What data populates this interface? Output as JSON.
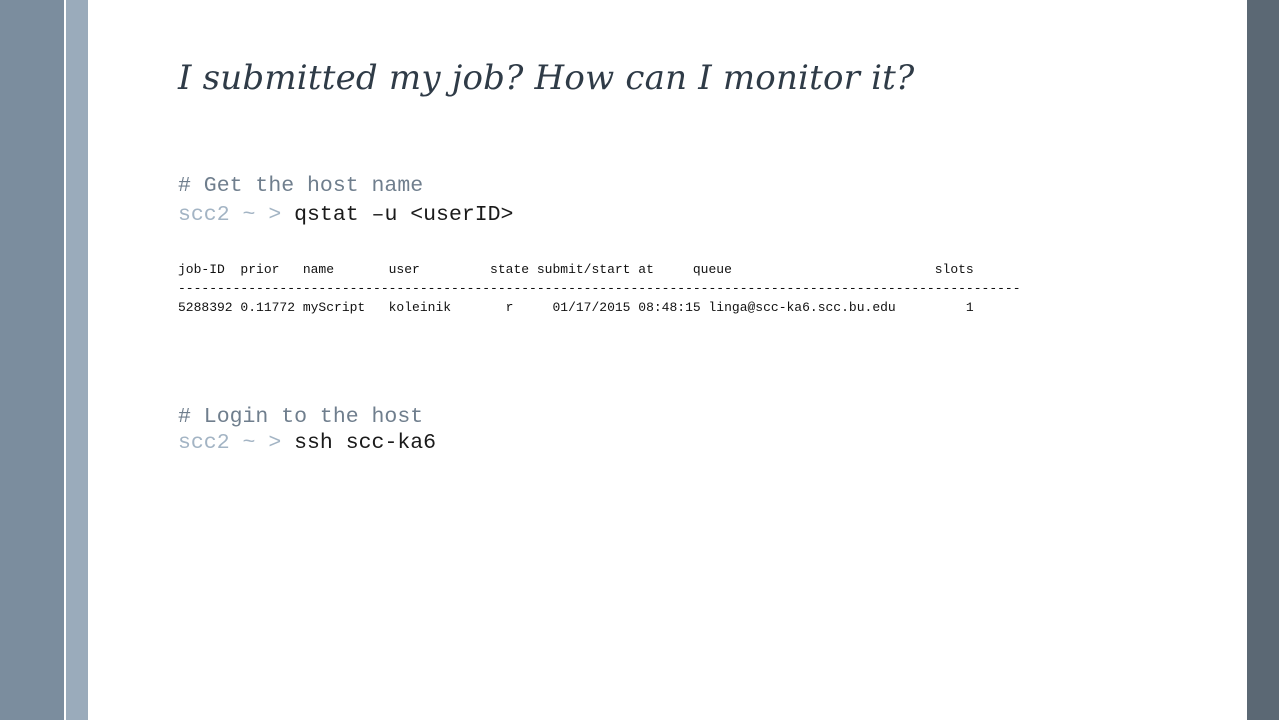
{
  "slide": {
    "title": "I submitted my job? How can I monitor it?"
  },
  "block1": {
    "comment": "# Get the host name",
    "prompt": "scc2 ~ > ",
    "command": "qstat –u <userID>"
  },
  "qstat_output": {
    "header": "job-ID  prior   name       user         state submit/start at     queue                          slots",
    "separator": "------------------------------------------------------------------------------------------------------------",
    "row": "5288392 0.11772 myScript   koleinik       r     01/17/2015 08:48:15 linga@scc-ka6.scc.bu.edu         1"
  },
  "block2": {
    "comment": "# Login to the host",
    "prompt": "scc2 ~ > ",
    "command": "ssh scc-ka6"
  },
  "colors": {
    "left_bar_outer": "#7b8d9e",
    "left_bar_inner": "#9aabbb",
    "right_bar": "#5b6874",
    "title": "#2f3b47",
    "comment": "#6f7e8d",
    "prompt": "#a3b4c4"
  }
}
